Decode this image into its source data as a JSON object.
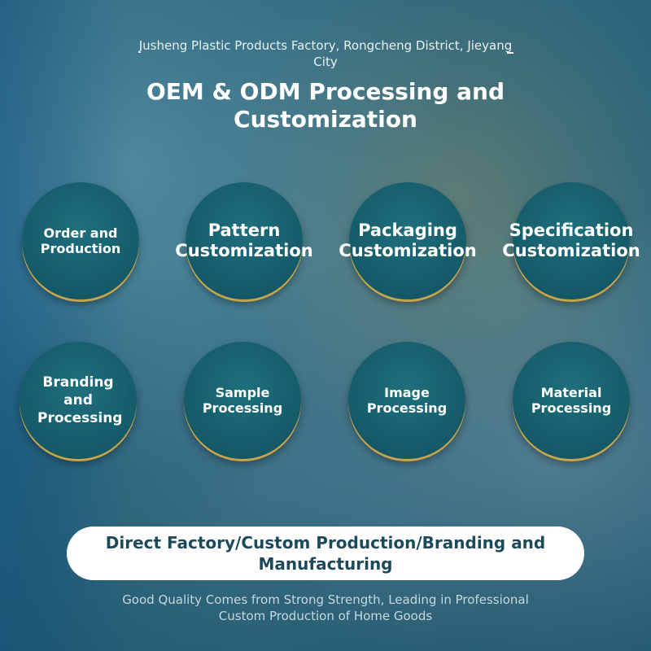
{
  "header": {
    "subtitle": "Jusheng Plastic Products Factory, Rongcheng District, Jieyang City",
    "title": "OEM & ODM Processing and Customization"
  },
  "services": [
    {
      "label": "Order and Production"
    },
    {
      "label": "Pattern Customization"
    },
    {
      "label": "Packaging Customization"
    },
    {
      "label": "Specification Customization"
    },
    {
      "label": "Branding and Processing"
    },
    {
      "label": "Sample Processing"
    },
    {
      "label": "Image Processing"
    },
    {
      "label": "Material Processing"
    }
  ],
  "banner": {
    "text": "Direct Factory/Custom Production/Branding and Manufacturing"
  },
  "footer": {
    "text": "Good Quality Comes from Strong Strength, Leading in Professional Custom Production of Home Goods"
  },
  "colors": {
    "circle": "#155a68",
    "accent_ring": "#c9a54a",
    "banner_text": "#1d4a5a"
  }
}
